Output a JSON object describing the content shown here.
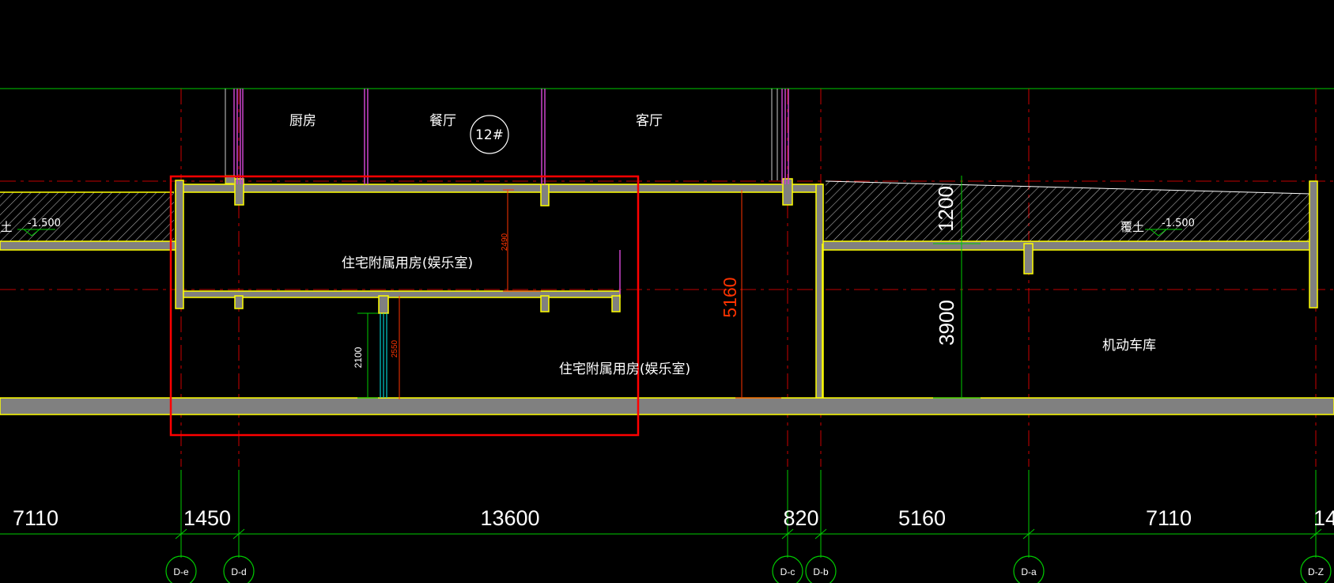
{
  "colors": {
    "background": "#000000",
    "wall": "#ffff00",
    "wall_fill": "#808080",
    "axis": "#ff0000",
    "dim": "#00cc00",
    "dim_red": "#ff3300",
    "window": "#cc44cc",
    "highlight": "#ff0000",
    "text": "#ffffff",
    "hatch": "#ffffff"
  },
  "rooms": {
    "kitchen": "厨房",
    "dining": "餐厅",
    "living": "客厅",
    "building_no": "12#",
    "annex_upper": "住宅附属用房(娱乐室)",
    "annex_lower": "住宅附属用房(娱乐室)",
    "garage": "机动车库"
  },
  "labels": {
    "fill_left": "土",
    "fill_right": "覆土",
    "level_left": "-1.500",
    "level_right": "-1.500"
  },
  "dimensions": {
    "d_2490": "2490",
    "d_2100": "2100",
    "d_2550": "2550",
    "d_5160_v": "5160",
    "d_1200": "1200",
    "d_3900": "3900"
  },
  "spans": {
    "s1": "7110",
    "s2": "1450",
    "s3": "13600",
    "s4": "820",
    "s5": "5160",
    "s6": "7110",
    "s7": "14"
  },
  "axes": {
    "a1": "D-e",
    "a2": "D-d",
    "a3": "D-c",
    "a4": "D-b",
    "a5": "D-a",
    "a6": "D-Z"
  }
}
